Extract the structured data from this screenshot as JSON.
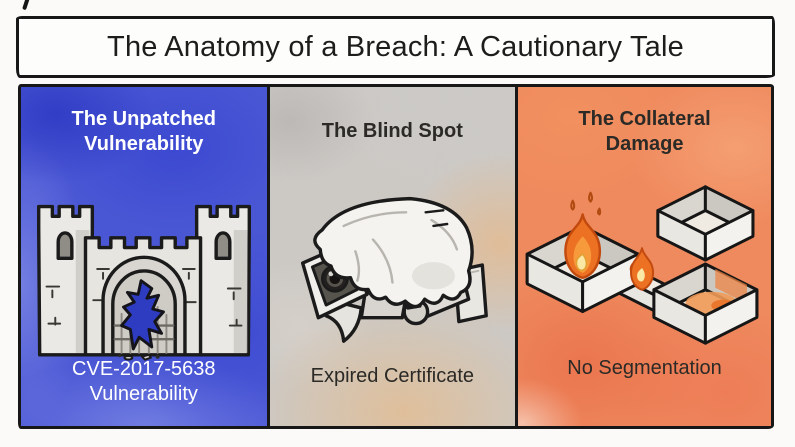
{
  "title": "The Anatomy of a Breach: A Cautionary Tale",
  "panels": [
    {
      "id": "unpatched-vulnerability",
      "heading": "The Unpatched\nVulnerability",
      "caption": "CVE-2017-5638\nVulnerability",
      "illustration": "broken-castle-gate-icon",
      "background": "#4a57d4",
      "text_color": "#ffffff"
    },
    {
      "id": "blind-spot",
      "heading": "The Blind Spot",
      "caption": "Expired Certificate",
      "illustration": "cloth-covered-security-camera-icon",
      "background": "#ccc9c5",
      "text_color": "#2b2a26"
    },
    {
      "id": "collateral-damage",
      "heading": "The Collateral\nDamage",
      "caption": "No Segmentation",
      "illustration": "fire-spreading-rooms-icon",
      "background": "#ef8a5e",
      "text_color": "#2b2a26"
    }
  ],
  "colors": {
    "outline": "#171717",
    "title_text": "#1d1d1b",
    "flame_orange": "#ed7122",
    "flame_core": "#fbe8a4",
    "stone_gray": "#e7e5e0",
    "hole_blue": "#2e3cc2",
    "page_background": "#fbfaf8"
  }
}
